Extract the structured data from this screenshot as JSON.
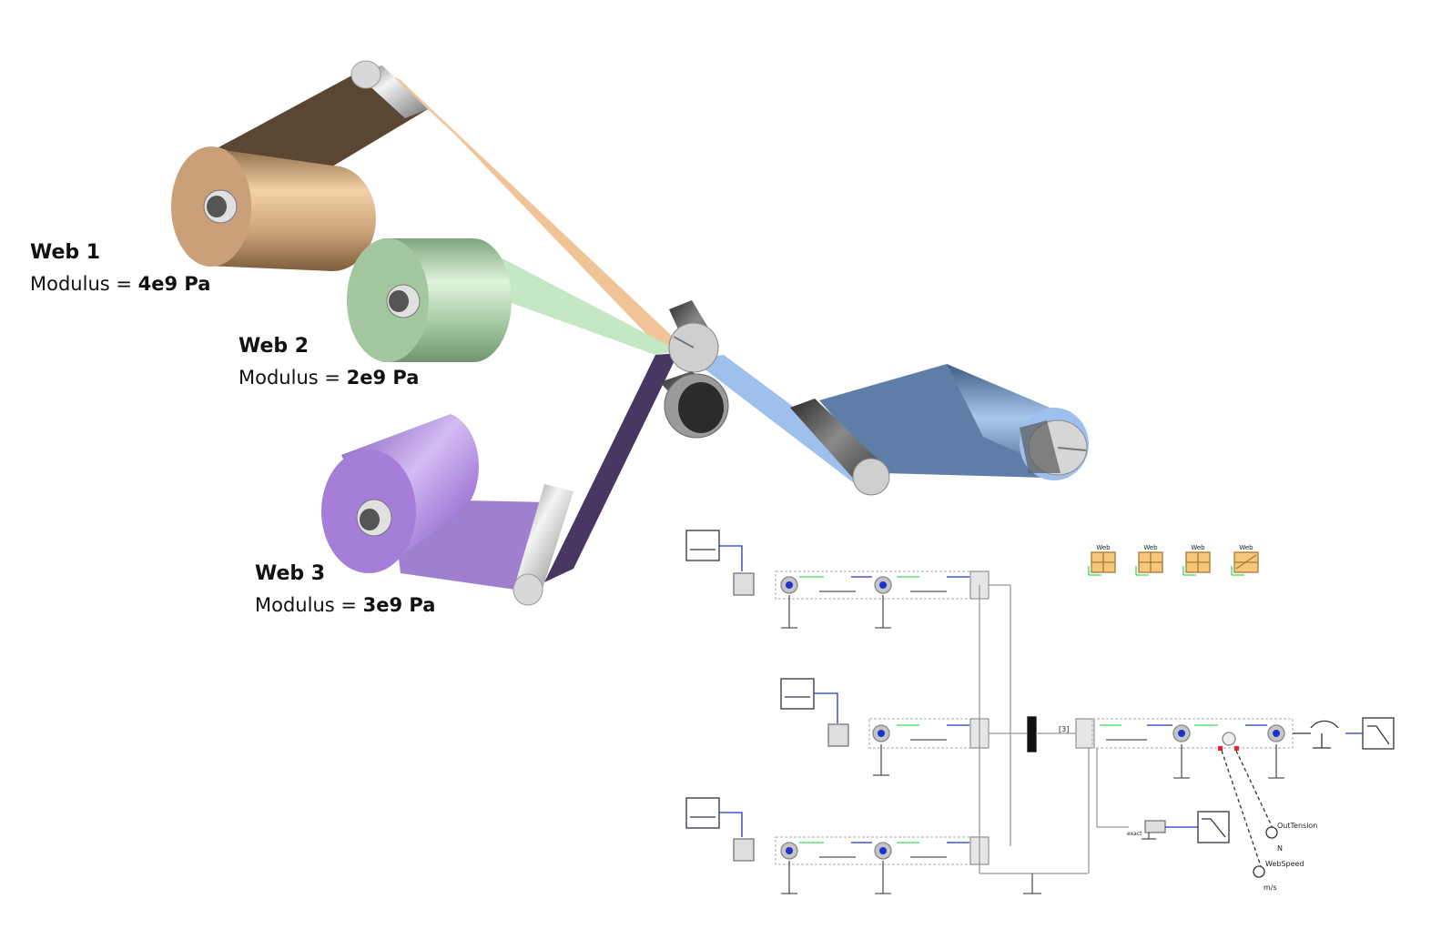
{
  "webs": [
    {
      "name": "Web 1",
      "modulus_prefix": "Modulus = ",
      "modulus_value": "4e9 Pa"
    },
    {
      "name": "Web 2",
      "modulus_prefix": "Modulus = ",
      "modulus_value": "2e9 Pa"
    },
    {
      "name": "Web 3",
      "modulus_prefix": "Modulus = ",
      "modulus_value": "3e9 Pa"
    }
  ],
  "schematic": {
    "record_labels": [
      "Web",
      "Web",
      "Web",
      "Web"
    ],
    "mux_index": "[3]",
    "out_tension": {
      "label": "OutTension",
      "unit": "N"
    },
    "web_speed": {
      "label": "WebSpeed",
      "unit": "m/s"
    },
    "speed_sensor_label": "exact"
  },
  "colors": {
    "web1": "#c9a07a",
    "web1_strip": "#f1c498",
    "web1_back": "#5a4632",
    "web2": "#a3c8a0",
    "web2_strip": "#c4e8c4",
    "web3": "#a47ed8",
    "web3_strip": "#9e80cf",
    "web3_back": "#473762",
    "combined": "#9ec0ec",
    "output_roll": "#5e7ea8",
    "roller": "#c8c8c8",
    "schematic_blue": "#1f35c9",
    "schematic_green": "#3ddc56"
  }
}
